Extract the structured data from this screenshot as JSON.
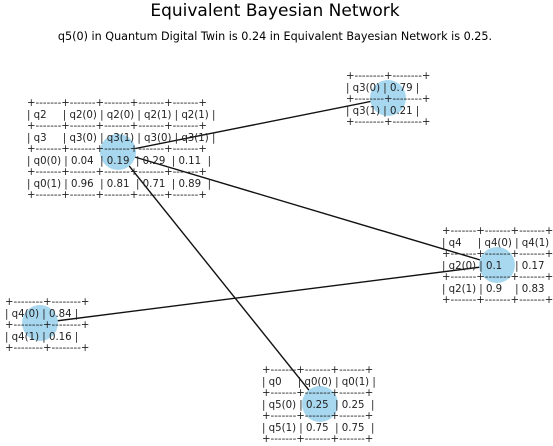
{
  "title": "Equivalent Bayesian Network",
  "subtitle": "q5(0) in Quantum Digital Twin is 0.24 in Equivalent Bayesian Network is 0.25.",
  "colors": {
    "node": "#a8d8ef",
    "edge": "#111111",
    "text": "#222222"
  },
  "nodes": [
    {
      "id": "q3",
      "table": "+--------+--------+\n| q3(0) | 0.79 |\n+--------+--------+\n| q3(1) | 0.21 |\n+--------+--------+"
    },
    {
      "id": "q5",
      "table": "+-------+-------+-------+-------+-------+\n| q2     | q2(0) | q2(0) | q2(1) | q2(1) |\n+-------+-------+-------+-------+-------+\n| q3     | q3(0) | q3(1) | q3(0) | q3(1) |\n+-------+-------+-------+-------+-------+\n| q0(0) | 0.04  | 0.19  | 0.29  | 0.11  |\n+-------+-------+-------+-------+-------+\n| q0(1) | 0.96  | 0.81  | 0.71  | 0.89  |\n+-------+-------+-------+-------+-------+"
    },
    {
      "id": "q2",
      "table": "+-------+-------+-------+\n| q4     | q4(0) | q4(1)\n+-------+-------+-------+\n| q2(0) | 0.1    | 0.17\n+-------+-------+-------+\n| q2(1) | 0.9    | 0.83\n+-------+-------+-------+"
    },
    {
      "id": "q4",
      "table": "+--------+--------+\n| q4(0) | 0.84 |\n+--------+--------+\n| q4(1) | 0.16 |\n+--------+--------+"
    },
    {
      "id": "q0",
      "table": "+-------+-------+-------+\n| q0     | q0(0) | q0(1) |\n+-------+-------+-------+\n| q5(0) | 0.25  | 0.25  |\n+-------+-------+-------+\n| q5(1) | 0.75  | 0.75  |\n+-------+-------+-------+"
    }
  ],
  "edges": [
    {
      "from": "q3",
      "to": "q5"
    },
    {
      "from": "q5",
      "to": "q2"
    },
    {
      "from": "q5",
      "to": "q0"
    },
    {
      "from": "q4",
      "to": "q2"
    }
  ]
}
